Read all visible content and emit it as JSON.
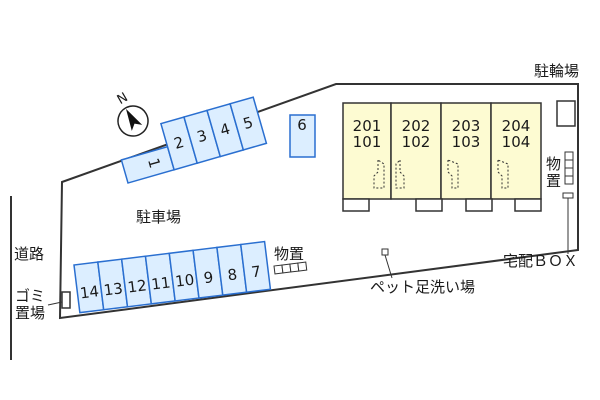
{
  "labels": {
    "bicycle_parking": "駐輪場",
    "road": "道路",
    "garbage_line1": "ゴミ",
    "garbage_line2": "置場",
    "parking_lot": "駐車場",
    "storage_left": "物置",
    "storage_right_line1": "物",
    "storage_right_line2": "置",
    "delivery_box": "宅配ＢＯＸ",
    "pet_wash": "ペット足洗い場",
    "compass_n": "N"
  },
  "units": [
    {
      "upper": "201",
      "lower": "101"
    },
    {
      "upper": "202",
      "lower": "102"
    },
    {
      "upper": "203",
      "lower": "103"
    },
    {
      "upper": "204",
      "lower": "104"
    }
  ],
  "parking_upper": [
    "1",
    "2",
    "3",
    "4",
    "5"
  ],
  "parking_single": "6",
  "parking_lower": [
    "14",
    "13",
    "12",
    "11",
    "10",
    "9",
    "8",
    "7"
  ],
  "colors": {
    "slot_fill": "#dceeff",
    "slot_stroke": "#2a6fd0",
    "building_fill": "#fdfbd2",
    "outline": "#333333"
  }
}
